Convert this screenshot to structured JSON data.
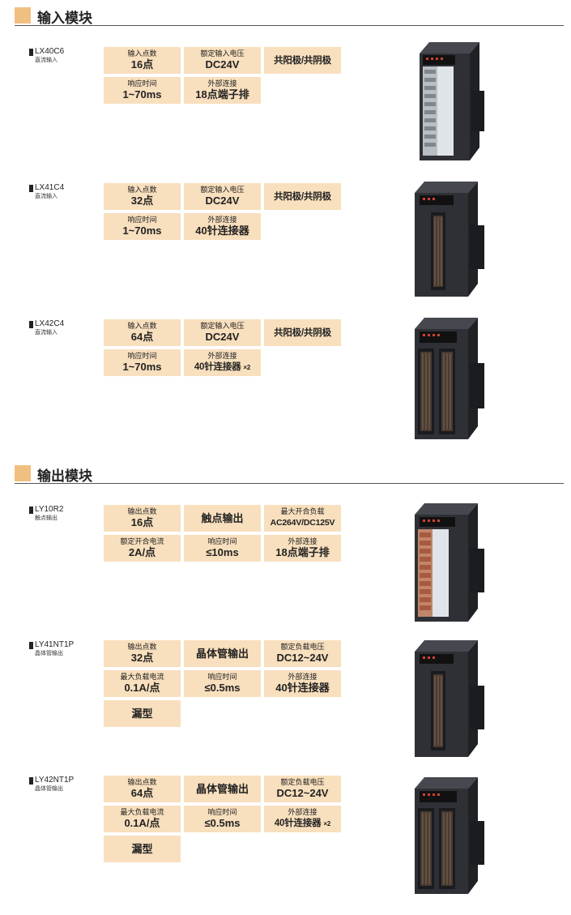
{
  "input_section": {
    "title": "输入模块"
  },
  "output_section": {
    "title": "输出模块"
  },
  "input_modules": [
    {
      "model": "LX40C6",
      "subtitle": "直流输入",
      "spec1": {
        "label": "输入点数",
        "value": "16点"
      },
      "spec2": {
        "label": "额定输入电压",
        "value": "DC24V"
      },
      "spec3": {
        "value": "共阳极/共阴极"
      },
      "spec4": {
        "label": "响应时间",
        "value": "1~70ms"
      },
      "spec5": {
        "label": "外部连接",
        "value": "18点端子排"
      }
    },
    {
      "model": "LX41C4",
      "subtitle": "直流输入",
      "spec1": {
        "label": "输入点数",
        "value": "32点"
      },
      "spec2": {
        "label": "额定输入电压",
        "value": "DC24V"
      },
      "spec3": {
        "value": "共阳极/共阴极"
      },
      "spec4": {
        "label": "响应时间",
        "value": "1~70ms"
      },
      "spec5": {
        "label": "外部连接",
        "value": "40针连接器"
      }
    },
    {
      "model": "LX42C4",
      "subtitle": "直流输入",
      "spec1": {
        "label": "输入点数",
        "value": "64点"
      },
      "spec2": {
        "label": "额定输入电压",
        "value": "DC24V"
      },
      "spec3": {
        "value": "共阳极/共阴极"
      },
      "spec4": {
        "label": "响应时间",
        "value": "1~70ms"
      },
      "spec5": {
        "label": "外部连接",
        "value": "40针连接器",
        "suffix": "×2"
      }
    }
  ],
  "output_modules": [
    {
      "model": "LY10R2",
      "subtitle": "触点输出",
      "spec1": {
        "label": "输出点数",
        "value": "16点"
      },
      "spec2": {
        "value": "触点输出"
      },
      "spec3": {
        "label": "最大开合负载",
        "value": "AC264V/DC125V"
      },
      "spec4": {
        "label": "额定开合电流",
        "value": "2A/点"
      },
      "spec5": {
        "label": "响应时间",
        "value": "≤10ms"
      },
      "spec6": {
        "label": "外部连接",
        "value": "18点端子排"
      }
    },
    {
      "model": "LY41NT1P",
      "subtitle": "晶体管输出",
      "spec1": {
        "label": "输出点数",
        "value": "32点"
      },
      "spec2": {
        "value": "晶体管输出"
      },
      "spec3": {
        "label": "额定负载电压",
        "value": "DC12~24V"
      },
      "spec4": {
        "label": "最大负载电流",
        "value": "0.1A/点"
      },
      "spec5": {
        "label": "响应时间",
        "value": "≤0.5ms"
      },
      "spec6": {
        "label": "外部连接",
        "value": "40针连接器"
      },
      "spec7": {
        "value": "漏型"
      }
    },
    {
      "model": "LY42NT1P",
      "subtitle": "晶体管输出",
      "spec1": {
        "label": "输出点数",
        "value": "64点"
      },
      "spec2": {
        "value": "晶体管输出"
      },
      "spec3": {
        "label": "额定负载电压",
        "value": "DC12~24V"
      },
      "spec4": {
        "label": "最大负载电流",
        "value": "0.1A/点"
      },
      "spec5": {
        "label": "响应时间",
        "value": "≤0.5ms"
      },
      "spec6": {
        "label": "外部连接",
        "value": "40针连接器",
        "suffix": "×2"
      },
      "spec7": {
        "value": "漏型"
      }
    }
  ],
  "colors": {
    "accent": "#f0c080",
    "cell_bg": "#f8dfbd",
    "module_body": "#2e3035"
  }
}
